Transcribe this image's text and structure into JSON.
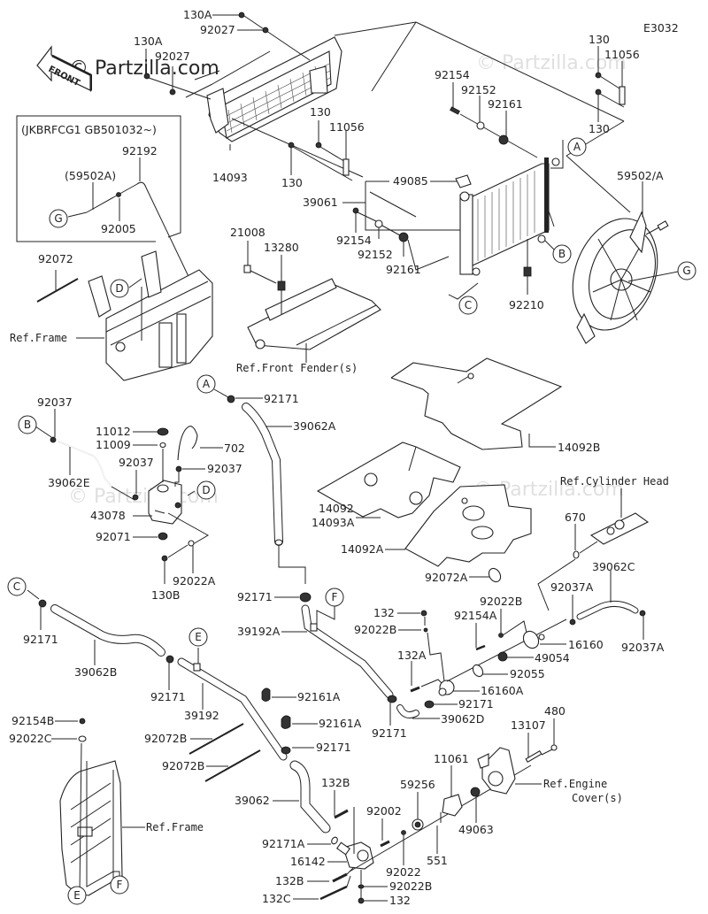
{
  "diagram": {
    "code": "E3032",
    "watermark": "© Partzilla.com",
    "front_arrow": "FRONT",
    "inset_note": "(JKBRFCG1 GB501032~)"
  },
  "callouts": [
    "A",
    "B",
    "C",
    "D",
    "E",
    "F",
    "G"
  ],
  "labels": {
    "p130A_1": "130A",
    "p92027_1": "92027",
    "p130A_2": "130A",
    "p92027_2": "92027",
    "p14093": "14093",
    "p130_a": "130",
    "p11056_a": "11056",
    "p130_b": "130",
    "p39061": "39061",
    "p49085": "49085",
    "p130_c": "130",
    "p11056_b": "11056",
    "p130_d": "130",
    "p92154_a": "92154",
    "p92152_a": "92152",
    "p92161_a": "92161",
    "p59502A": "59502/A",
    "p92154_b": "92154",
    "p92152_b": "92152",
    "p92161_b": "92161",
    "p92210": "92210",
    "p92192": "92192",
    "p59502A_paren": "(59502A)",
    "p92005": "92005",
    "p92072": "92072",
    "ref_frame_1": "Ref.Frame",
    "p21008": "21008",
    "p13280": "13280",
    "ref_front_fender": "Ref.Front Fender(s)",
    "p92171_a": "92171",
    "p39062A": "39062A",
    "p14092B": "14092B",
    "p92037_a": "92037",
    "p11012": "11012",
    "p11009": "11009",
    "p702": "702",
    "p92037_b": "92037",
    "p92037_c": "92037",
    "p39062E": "39062E",
    "p43078": "43078",
    "p92071": "92071",
    "p92022A": "92022A",
    "p130B": "130B",
    "p14092": "14092",
    "p14093A": "14093A",
    "p14092A": "14092A",
    "p92072A": "92072A",
    "ref_cyl_head": "Ref.Cylinder Head",
    "p670": "670",
    "p39062C": "39062C",
    "p92037A_a": "92037A",
    "p92037A_b": "92037A",
    "p92171_b": "92171",
    "p39062B": "39062B",
    "p92171_c": "92171",
    "p39192": "39192",
    "p92171_d": "92171",
    "p39192A": "39192A",
    "p132_a": "132",
    "p92022B_a": "92022B",
    "p92154A": "92154A",
    "p92022B_b": "92022B",
    "p16160": "16160",
    "p49054": "49054",
    "p132A": "132A",
    "p92055": "92055",
    "p16160A": "16160A",
    "p92171_e": "92171",
    "p92171_f": "92171",
    "p39062D": "39062D",
    "p92161A_a": "92161A",
    "p92161A_b": "92161A",
    "p92154B": "92154B",
    "p92022C": "92022C",
    "p92072B_a": "92072B",
    "p92072B_b": "92072B",
    "p92171_g": "92171",
    "p39062": "39062",
    "p132B_a": "132B",
    "ref_frame_2": "Ref.Frame",
    "p92171A": "92171A",
    "p16142": "16142",
    "p132B_b": "132B",
    "p132C": "132C",
    "p92002": "92002",
    "p92022": "92022",
    "p92022B_c": "92022B",
    "p132_b": "132",
    "p59256": "59256",
    "p551": "551",
    "p11061": "11061",
    "p49063": "49063",
    "p13107": "13107",
    "p480": "480",
    "ref_engine_cover_1": "Ref.Engine",
    "ref_engine_cover_2": "Cover(s)"
  }
}
